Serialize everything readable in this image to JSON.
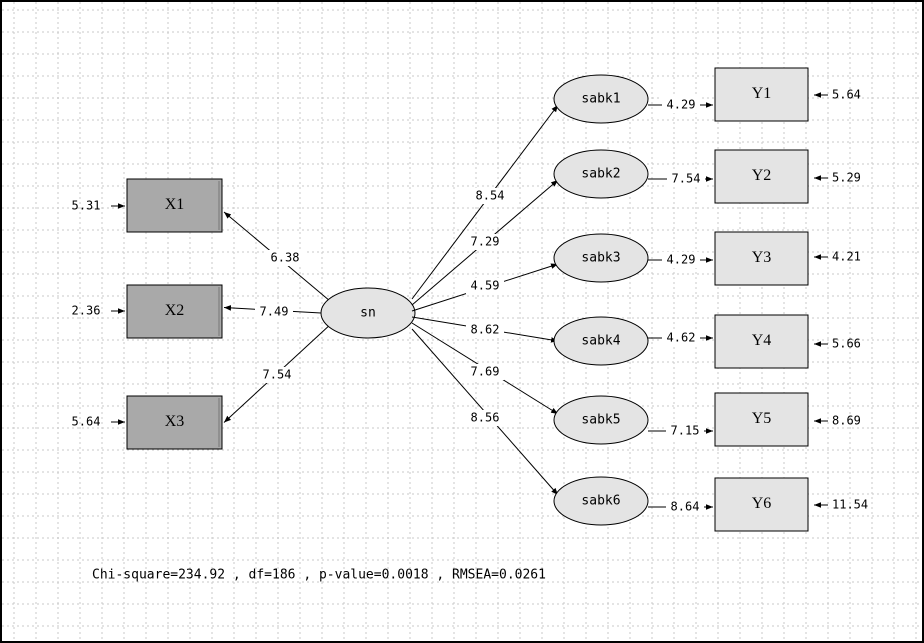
{
  "latent": {
    "label": "sn"
  },
  "x_indicators": [
    {
      "label": "X1",
      "path": "6.38",
      "error": "5.31"
    },
    {
      "label": "X2",
      "path": "7.49",
      "error": "2.36"
    },
    {
      "label": "X3",
      "path": "7.54",
      "error": "5.64"
    }
  ],
  "networks": [
    {
      "label": "sabk1",
      "path": "8.54",
      "link": "4.29",
      "y_label": "Y1",
      "y_error": "5.64"
    },
    {
      "label": "sabk2",
      "path": "7.29",
      "link": "7.54",
      "y_label": "Y2",
      "y_error": "5.29"
    },
    {
      "label": "sabk3",
      "path": "4.59",
      "link": "4.29",
      "y_label": "Y3",
      "y_error": "4.21"
    },
    {
      "label": "sabk4",
      "path": "8.62",
      "link": "4.62",
      "y_label": "Y4",
      "y_error": "5.66"
    },
    {
      "label": "sabk5",
      "path": "7.69",
      "link": "7.15",
      "y_label": "Y5",
      "y_error": "8.69"
    },
    {
      "label": "sabk6",
      "path": "8.56",
      "link": "8.64",
      "y_label": "Y6",
      "y_error": "11.54"
    }
  ],
  "fit_stats": "Chi-square=234.92 , df=186 , p-value=0.0018 , RMSEA=0.0261",
  "colors": {
    "grid": "#c8c8c8",
    "x_box_fill": "#a9a9a9",
    "y_box_fill": "#e4e4e4",
    "ellipse_fill": "#e4e4e4",
    "stroke": "#000000"
  }
}
